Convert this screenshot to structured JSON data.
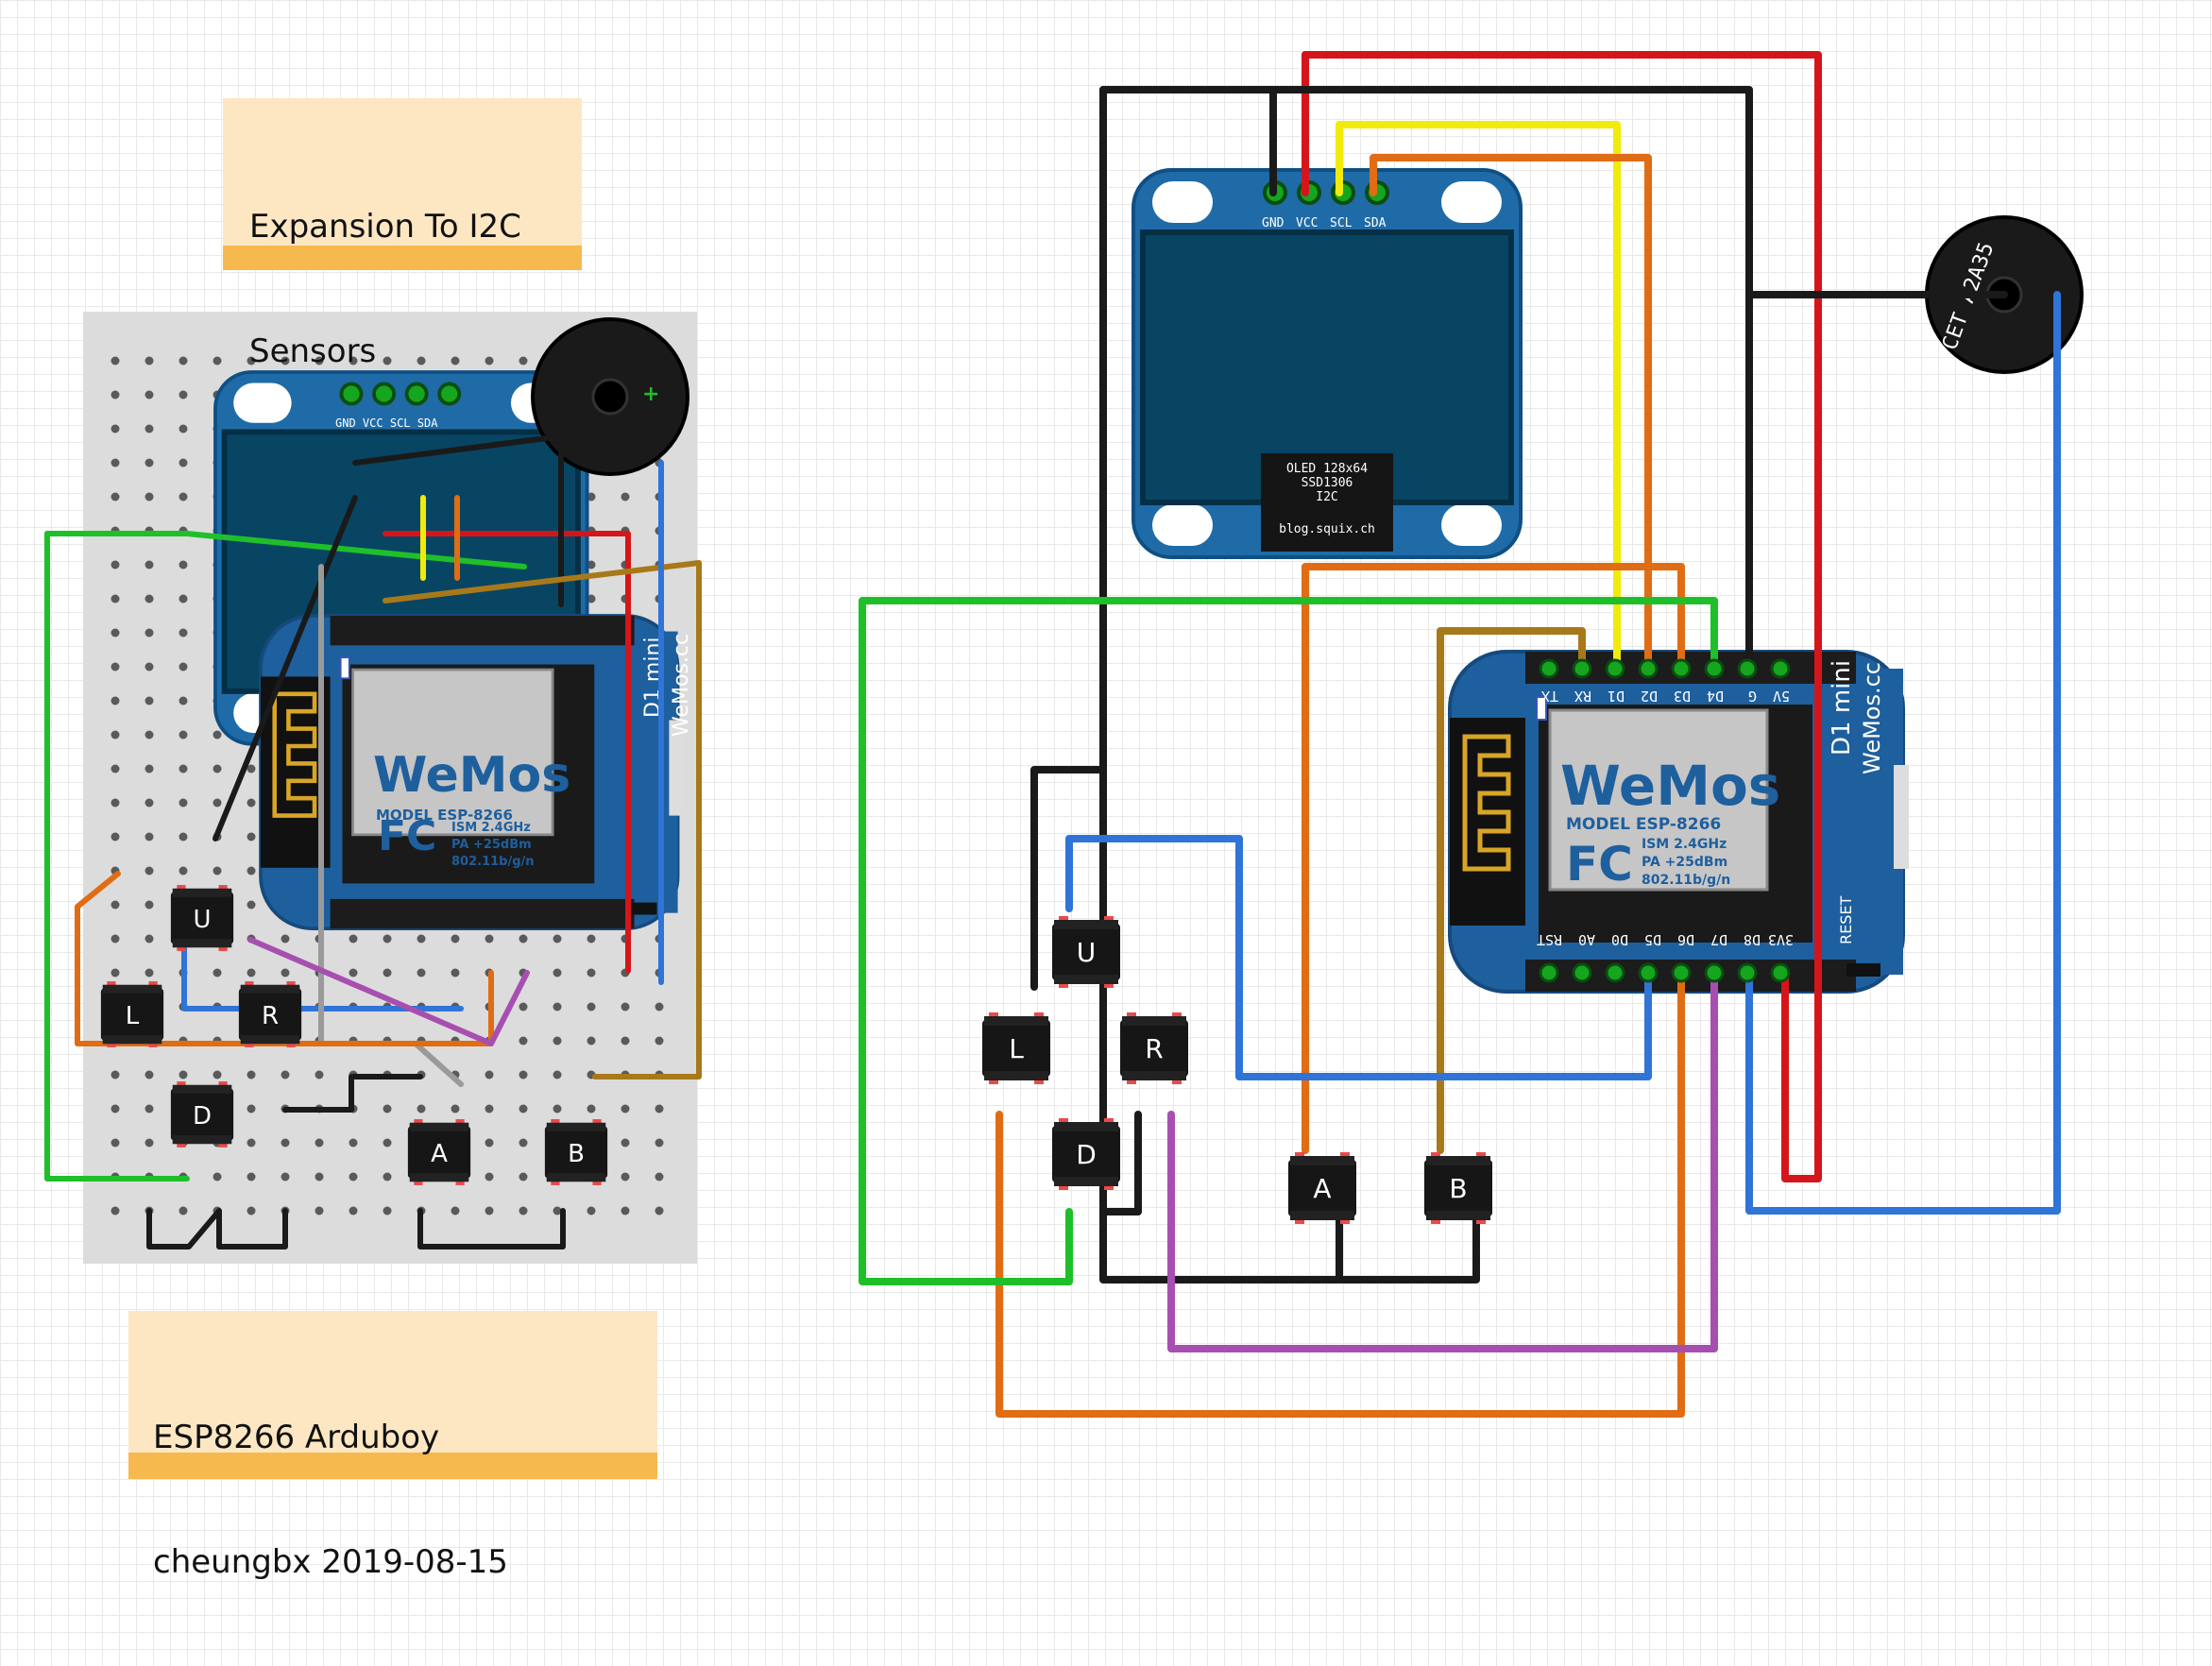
{
  "notes": {
    "expansion": {
      "line1": "Expansion To I2C",
      "line2": "Sensors"
    },
    "credit": {
      "line1": "ESP8266 Arduboy",
      "line2": "cheungbx 2019-08-15"
    }
  },
  "oled": {
    "pins": [
      "GND",
      "VCC",
      "SCL",
      "SDA"
    ],
    "chip_lines": [
      "OLED 128x64",
      "SSD1306",
      "I2C"
    ],
    "site": "blog.squix.ch"
  },
  "d1mini": {
    "top_pins": [
      "TX",
      "RX",
      "D1",
      "D2",
      "D3",
      "D4",
      "G",
      "5V"
    ],
    "bottom_pins": [
      "RST",
      "A0",
      "D0",
      "D5",
      "D6",
      "D7",
      "D8",
      "3V3"
    ],
    "brand": "WeMos",
    "side_title": "D1 mini",
    "side_site": "WeMos.cc",
    "model_label": "MODEL",
    "model": "ESP-8266",
    "spec1": "ISM 2.4GHz",
    "spec2": "PA +25dBm",
    "spec3": "802.11b/g/n",
    "fc": "FC",
    "reset": "RESET"
  },
  "buzzer": {
    "label": "CET A2A35"
  },
  "buttons": [
    "U",
    "L",
    "R",
    "D",
    "A",
    "B"
  ],
  "colors": {
    "black": "#1a1a1a",
    "red": "#d4161a",
    "yellow": "#f2ea0c",
    "orange": "#e06c14",
    "green": "#1fbf2a",
    "blue": "#2f74d6",
    "purple": "#a74fb0",
    "brown": "#a8791a",
    "gray": "#9a9a9a",
    "board_blue": "#1e5f9e",
    "oled_screen": "#063f5c"
  }
}
